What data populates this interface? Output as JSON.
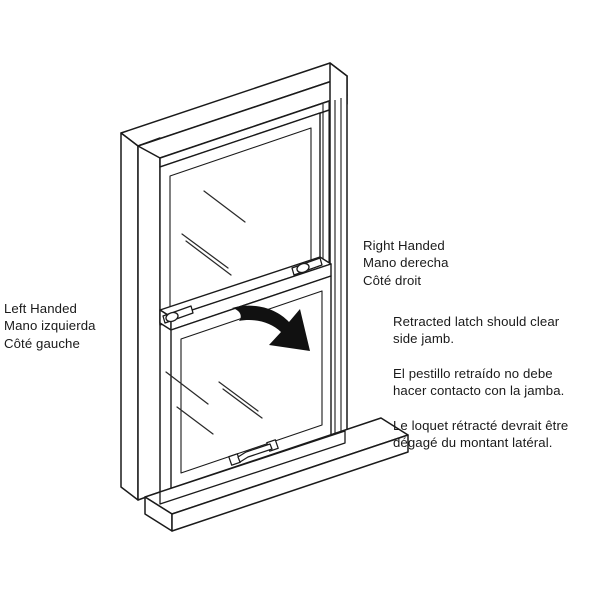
{
  "illustration": {
    "name": "double-hung-window-isometric",
    "line_color": "#1a1a1a",
    "arrow_color": "#111111",
    "glass_color": "#ffffff",
    "background": "#ffffff"
  },
  "labels": {
    "left_handed": "Left Handed\nMano izquierda\nCôté gauche",
    "right_handed": "Right Handed\nMano derecha\nCôté droit"
  },
  "notes": {
    "english": "Retracted latch should clear\nside jamb.",
    "spanish": "El pestillo retraído no debe\nhacer contacto con la jamba.",
    "french": "Le loquet rétracté devrait être\ndégagé du montant latéral."
  },
  "parts": {
    "upper_sash": "upper-sash",
    "lower_sash": "lower-sash",
    "left_latch": "left-latch",
    "right_latch": "right-latch",
    "lift_handle": "lift-handle",
    "sill": "window-sill",
    "side_jamb": "side-jamb",
    "arrow": "latch-direction-arrow"
  }
}
